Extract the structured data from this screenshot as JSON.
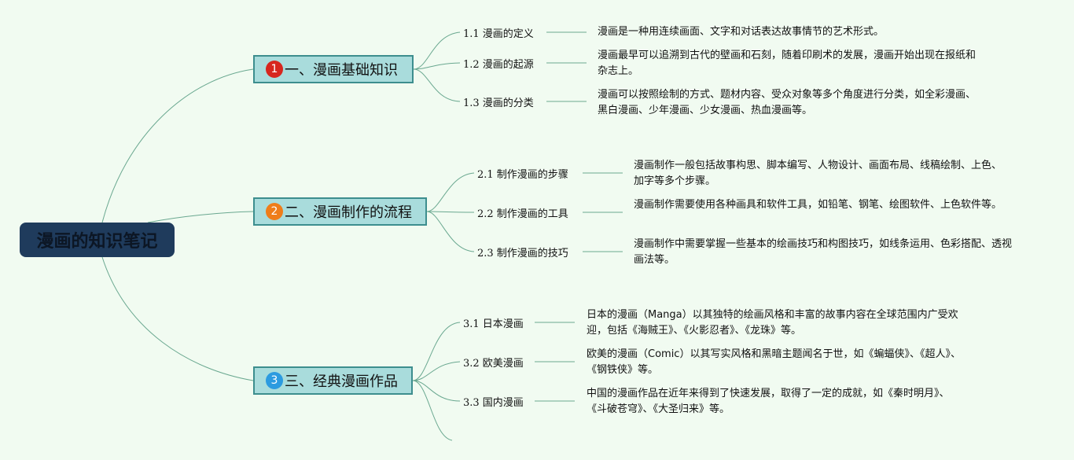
{
  "root": {
    "label": "漫画的知识笔记"
  },
  "colors": {
    "root_bg": "#1f3b5c",
    "branch_bg": "#a9dcdc",
    "branch_border": "#3d8e8e",
    "line": "#6aa890",
    "badge1": "#d7261e",
    "badge2": "#ef7d1a",
    "badge3": "#2c9be0"
  },
  "branches": [
    {
      "number": "1",
      "label": "一、漫画基础知识",
      "children": [
        {
          "label": "1.1 漫画的定义",
          "desc": "漫画是一种用连续画面、文字和对话表达故事情节的艺术形式。"
        },
        {
          "label": "1.2 漫画的起源",
          "desc": "漫画最早可以追溯到古代的壁画和石刻，随着印刷术的发展，漫画开始出现在报纸和杂志上。"
        },
        {
          "label": "1.3 漫画的分类",
          "desc": "漫画可以按照绘制的方式、题材内容、受众对象等多个角度进行分类，如全彩漫画、黑白漫画、少年漫画、少女漫画、热血漫画等。"
        }
      ]
    },
    {
      "number": "2",
      "label": "二、漫画制作的流程",
      "children": [
        {
          "label": "2.1 制作漫画的步骤",
          "desc": "漫画制作一般包括故事构思、脚本编写、人物设计、画面布局、线稿绘制、上色、加字等多个步骤。"
        },
        {
          "label": "2.2 制作漫画的工具",
          "desc": "漫画制作需要使用各种画具和软件工具，如铅笔、钢笔、绘图软件、上色软件等。"
        },
        {
          "label": "2.3 制作漫画的技巧",
          "desc": "漫画制作中需要掌握一些基本的绘画技巧和构图技巧，如线条运用、色彩搭配、透视画法等。"
        }
      ]
    },
    {
      "number": "3",
      "label": "三、经典漫画作品",
      "children": [
        {
          "label": "3.1 日本漫画",
          "desc": "日本的漫画（Manga）以其独特的绘画风格和丰富的故事内容在全球范围内广受欢迎，包括《海贼王》、《火影忍者》、《龙珠》等。"
        },
        {
          "label": "3.2 欧美漫画",
          "desc": "欧美的漫画（Comic）以其写实风格和黑暗主题闻名于世，如《蝙蝠侠》、《超人》、《钢铁侠》等。"
        },
        {
          "label": "3.3 国内漫画",
          "desc": "中国的漫画作品在近年来得到了快速发展，取得了一定的成就，如《秦时明月》、《斗破苍穹》、《大圣归来》等。"
        }
      ]
    }
  ]
}
